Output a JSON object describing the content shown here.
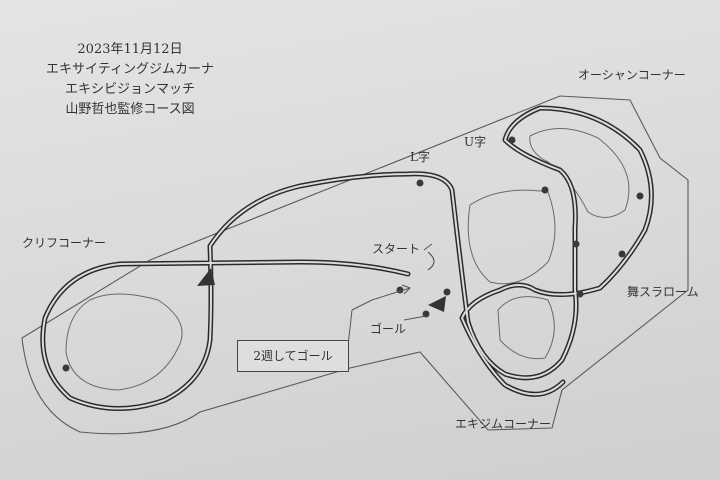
{
  "title": {
    "lines": [
      "2023年11月12日",
      "エキサイティングジムカーナ",
      "エキシビジョンマッチ",
      "山野哲也監修コース図"
    ]
  },
  "labels": {
    "ocean_corner": "オーシャンコーナー",
    "u_turn": "U字",
    "l_turn": "L字",
    "cliff_corner": "クリフコーナー",
    "start": "スタート",
    "goal": "ゴール",
    "mai_slalom": "舞スラローム",
    "exim_corner": "エキジムコーナー"
  },
  "note": {
    "text": "2週してゴール"
  },
  "colors": {
    "track_line": "#2b2b2b",
    "arrow": "#333333",
    "pylon": "#3a3a3a"
  }
}
